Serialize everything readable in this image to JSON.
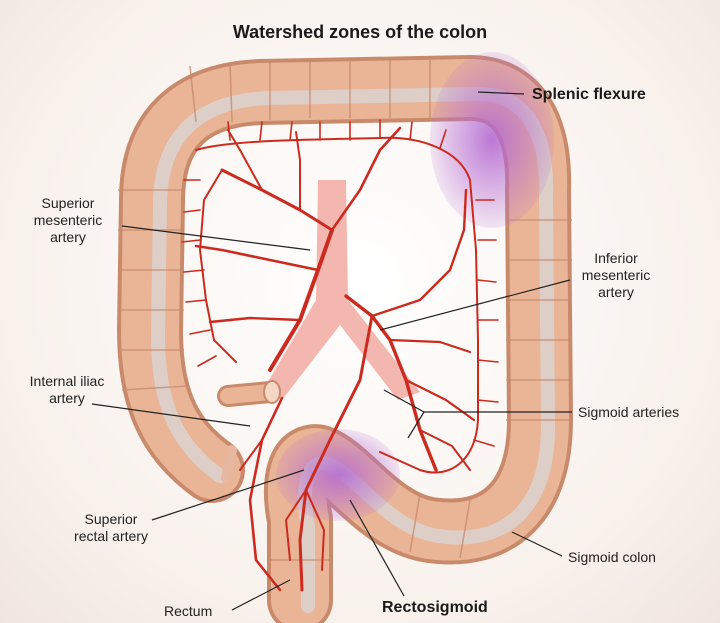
{
  "title": "Watershed zones of the colon",
  "labels": {
    "splenic_flexure": "Splenic flexure",
    "superior_mesenteric_artery": [
      "Superior",
      "mesenteric",
      "artery"
    ],
    "inferior_mesenteric_artery": [
      "Inferior",
      "mesenteric",
      "artery"
    ],
    "internal_iliac_artery": [
      "Internal iliac",
      "artery"
    ],
    "sigmoid_arteries": "Sigmoid arteries",
    "superior_rectal_artery": [
      "Superior",
      "rectal artery"
    ],
    "sigmoid_colon": "Sigmoid colon",
    "rectum": "Rectum",
    "rectosigmoid": "Rectosigmoid"
  },
  "colors": {
    "colon": "#e9b394",
    "colon_shadow": "#c98a6c",
    "mucosa": "#ddd3ce",
    "artery": "#cc2a1f",
    "aorta": "#f1a7a0",
    "watershed": "#b56ad2",
    "leader_line": "#222222"
  }
}
